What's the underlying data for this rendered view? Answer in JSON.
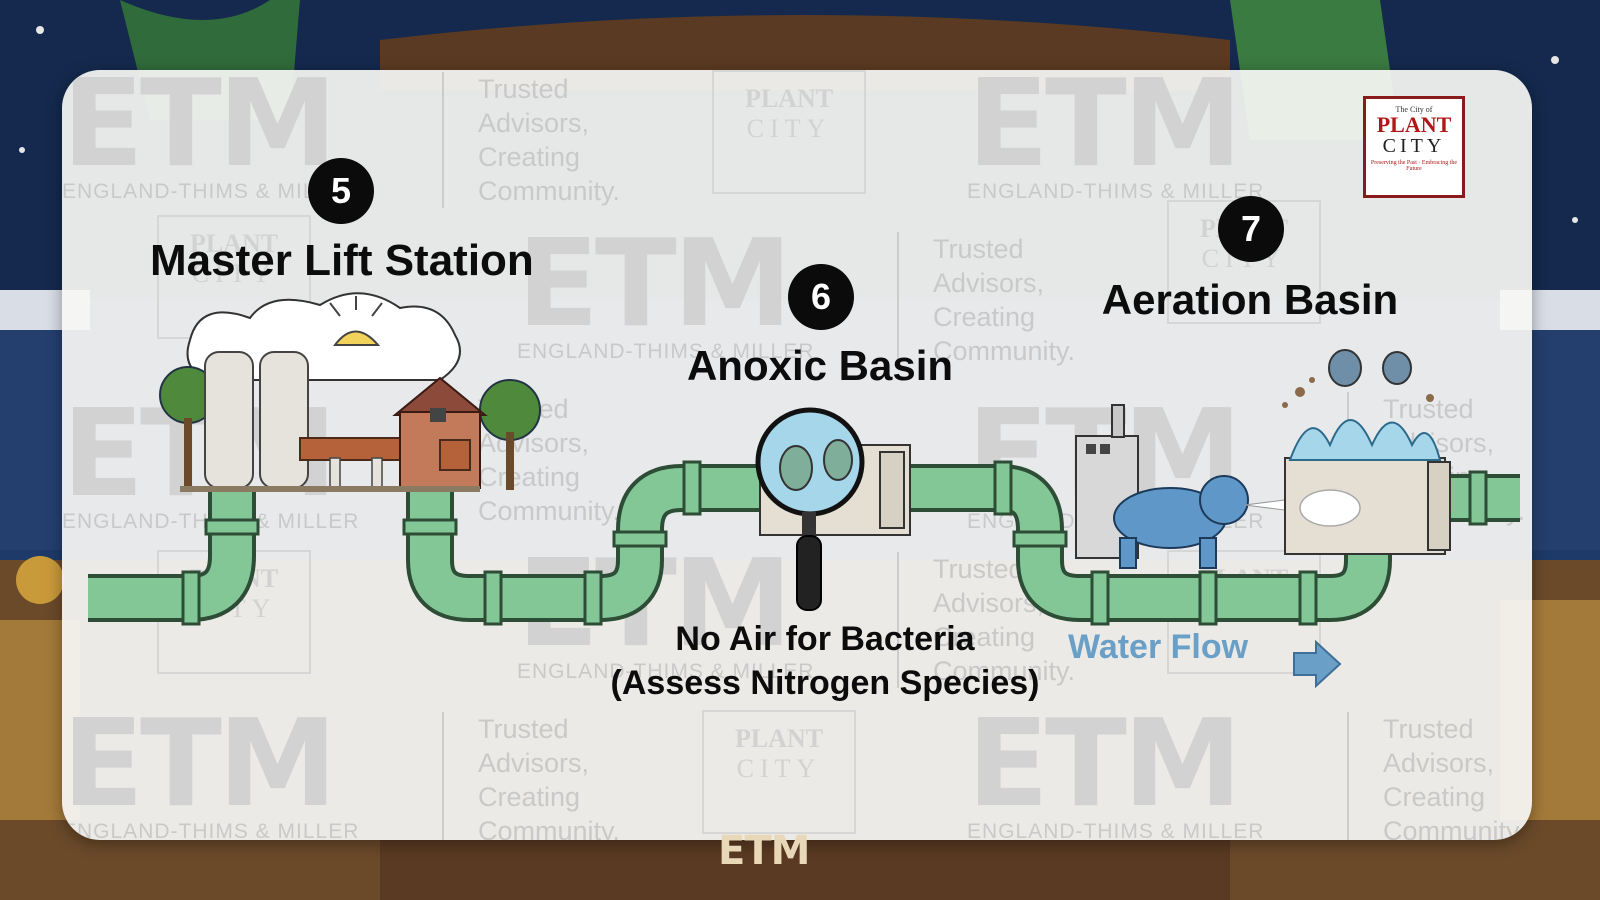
{
  "steps": [
    {
      "number": "5",
      "title": "Master Lift Station"
    },
    {
      "number": "6",
      "title": "Anoxic Basin",
      "note_line1": "No Air for Bacteria",
      "note_line2": "(Assess Nitrogen Species)"
    },
    {
      "number": "7",
      "title": "Aeration Basin"
    }
  ],
  "flow_label": "Water Flow",
  "logo": {
    "line1": "The City of",
    "line2": "PLANT",
    "line3": "CITY",
    "line4": "Preserving the Past · Embracing the Future"
  },
  "watermark": {
    "brand": "ETM",
    "firm": "ENGLAND-THIMS & MILLER",
    "tagline": [
      "Trusted",
      "Advisors,",
      "Creating",
      "Community."
    ],
    "partner_line1": "PLANT",
    "partner_line2": "CITY"
  },
  "bottom_brand": "ETM",
  "colors": {
    "pipe": "#84c796",
    "pipe_dark": "#2e4d36",
    "card": "#f6f6f4",
    "flow_text": "#6aa0c8",
    "logo_red": "#b01818"
  }
}
